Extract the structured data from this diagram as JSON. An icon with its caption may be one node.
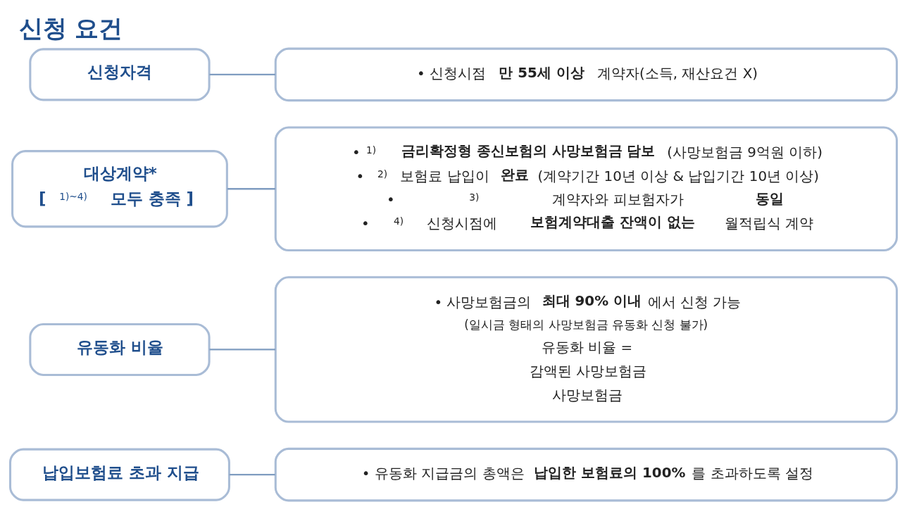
{
  "diagram": {
    "title": "신청 요건",
    "nodes": [
      {
        "text": [
          "신청자격"
        ]
      },
      {
        "text": [
          "• 신청시점 **만 55세 이상** 계약자(소득, 재산요건 X)"
        ]
      },
      {
        "text": [
          "대상계약*",
          "[ $^{1)~4)}$ 모두 충족 ]"
        ]
      },
      {
        "text": [
          "• $^{1)}$ **금리확정형 종신보험의 사망보험금 담보**(사망보험금 9억원 이하)",
          "• $^{2)}$ 보험료 납입이 **완료**(계약기간 10년 이상 & 납입기간 10년 이상)",
          "• $^{3)}$ 계약자와 피보험자가 **동일**",
          "• $^{4)}$ 신청시점에 **보험계약대출 잔액이 없는** 월적립식 계약"
        ]
      },
      {
        "text": [
          "유동화 비율"
        ]
      },
      {
        "text": [
          "• 사망보험금의 **최대 90% 이내**에서 신청 가능",
          "(일시금 형태의 사망보험금 유동화 신청 불가)",
          "유동화 비율 =",
          "감액된 사망보험금",
          "사망보험금"
        ]
      },
      {
        "text": [
          "납입보험료 초과 지급"
        ]
      },
      {
        "text": [
          "• 유동화 지급금의 총액은 **납입한 보험료의 100%**를 초과하도록 설정"
        ]
      }
    ],
    "edges": [
      {
        "from": 0,
        "to": 1,
        "arrow": "none"
      },
      {
        "from": 2,
        "to": 3,
        "arrow": "none"
      },
      {
        "from": 4,
        "to": 5,
        "arrow": "none"
      },
      {
        "from": 6,
        "to": 7,
        "arrow": "none"
      }
    ]
  }
}
